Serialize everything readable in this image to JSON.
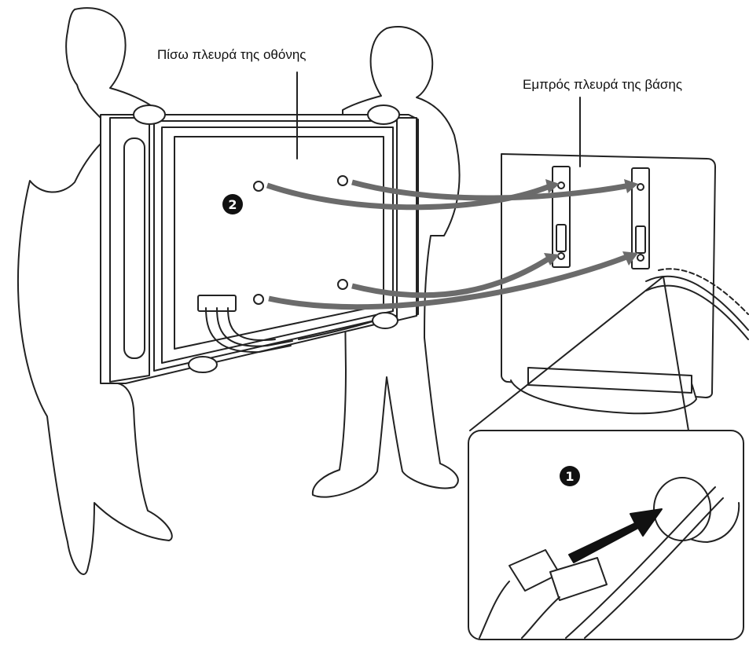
{
  "labels": {
    "display_back": "Πίσω πλευρά της οθόνης",
    "stand_front": "Εμπρός πλευρά της βάσης"
  },
  "steps": {
    "step1": "1",
    "step2": "2"
  },
  "colors": {
    "line": "#222222",
    "arrow": "#6b6b6b",
    "badge": "#111111",
    "fill": "#ffffff"
  }
}
